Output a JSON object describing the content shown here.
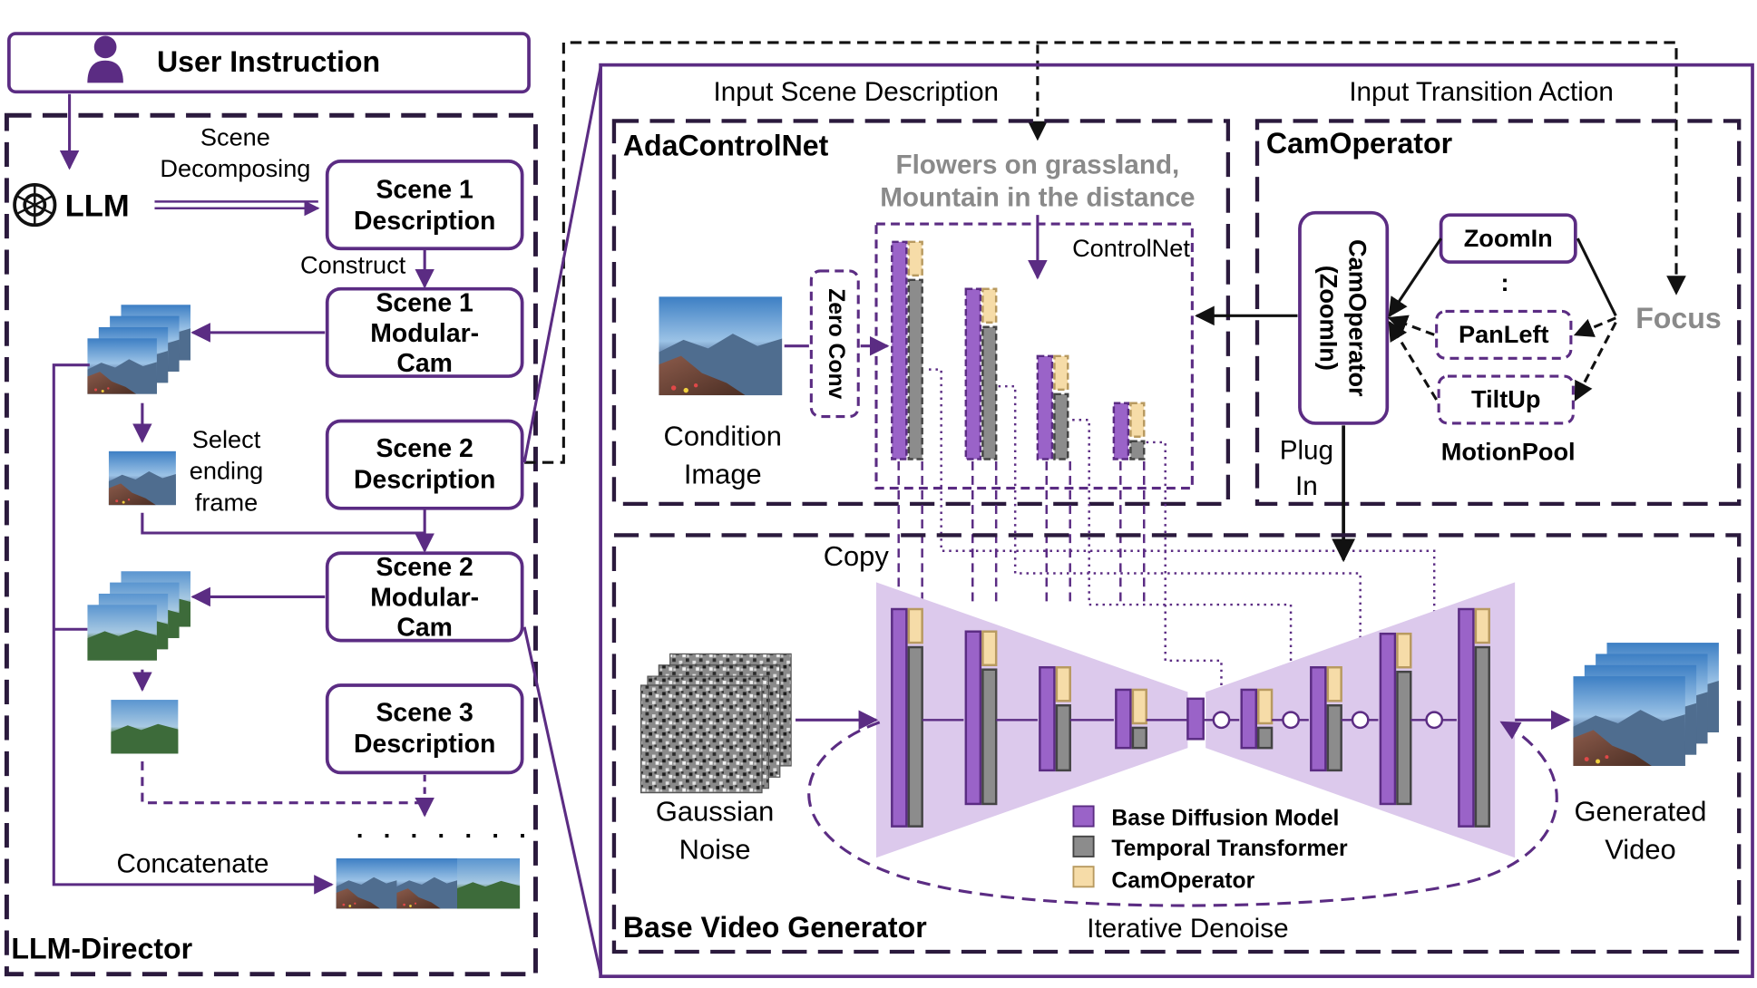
{
  "colors": {
    "purple": "#5b2c83",
    "block_purple": "#9a63c8",
    "block_grey": "#8c8c8c",
    "block_yellow": "#f6dca8",
    "unet_fill": "#dcc9ec",
    "focus_grey": "#8a8a8a"
  },
  "user_instruction": {
    "label": "User Instruction",
    "icon": "user-icon"
  },
  "llm_director": {
    "title": "LLM-Director",
    "llm_label": "LLM",
    "llm_icon": "openai-logo-icon",
    "scene_decomposing": [
      "Scene",
      "Decomposing"
    ],
    "construct": "Construct",
    "select_frame": [
      "Select",
      "ending",
      "frame"
    ],
    "concatenate": "Concatenate",
    "ellipsis": ". . . . . . .",
    "scene1_desc": [
      "Scene 1",
      "Description"
    ],
    "scene1_cam": [
      "Scene 1",
      "Modular-",
      "Cam"
    ],
    "scene2_desc": [
      "Scene 2",
      "Description"
    ],
    "scene2_cam": [
      "Scene 2",
      "Modular-",
      "Cam"
    ],
    "scene3_desc": [
      "Scene 3",
      "Description"
    ]
  },
  "inputs": {
    "scene_description": "Input Scene Description",
    "transition_action": "Input Transition Action"
  },
  "adacontrolnet": {
    "title": "AdaControlNet",
    "prompt": [
      "Flowers on grassland,",
      "Mountain in the distance"
    ],
    "controlnet_label": "ControlNet",
    "zero_conv": "Zero Conv",
    "condition_image": [
      "Condition",
      "Image"
    ],
    "copy": "Copy"
  },
  "camoperator": {
    "title": "CamOperator",
    "module_label": [
      "CamOperator",
      "(ZoomIn)"
    ],
    "zoomin": "ZoomIn",
    "panleft": "PanLeft",
    "tiltup": "TiltUp",
    "vdots": ":",
    "motionpool": "MotionPool",
    "focus": "Focus",
    "plug_in": [
      "Plug",
      "In"
    ]
  },
  "base_video_generator": {
    "title": "Base Video Generator",
    "gaussian_noise": [
      "Gaussian",
      "Noise"
    ],
    "generated_video": [
      "Generated",
      "Video"
    ],
    "iterative_denoise": "Iterative Denoise",
    "legend": [
      {
        "label": "Base Diffusion Model",
        "color": "#9a63c8"
      },
      {
        "label": "Temporal Transformer",
        "color": "#8c8c8c"
      },
      {
        "label": "CamOperator",
        "color": "#f6dca8"
      }
    ]
  }
}
